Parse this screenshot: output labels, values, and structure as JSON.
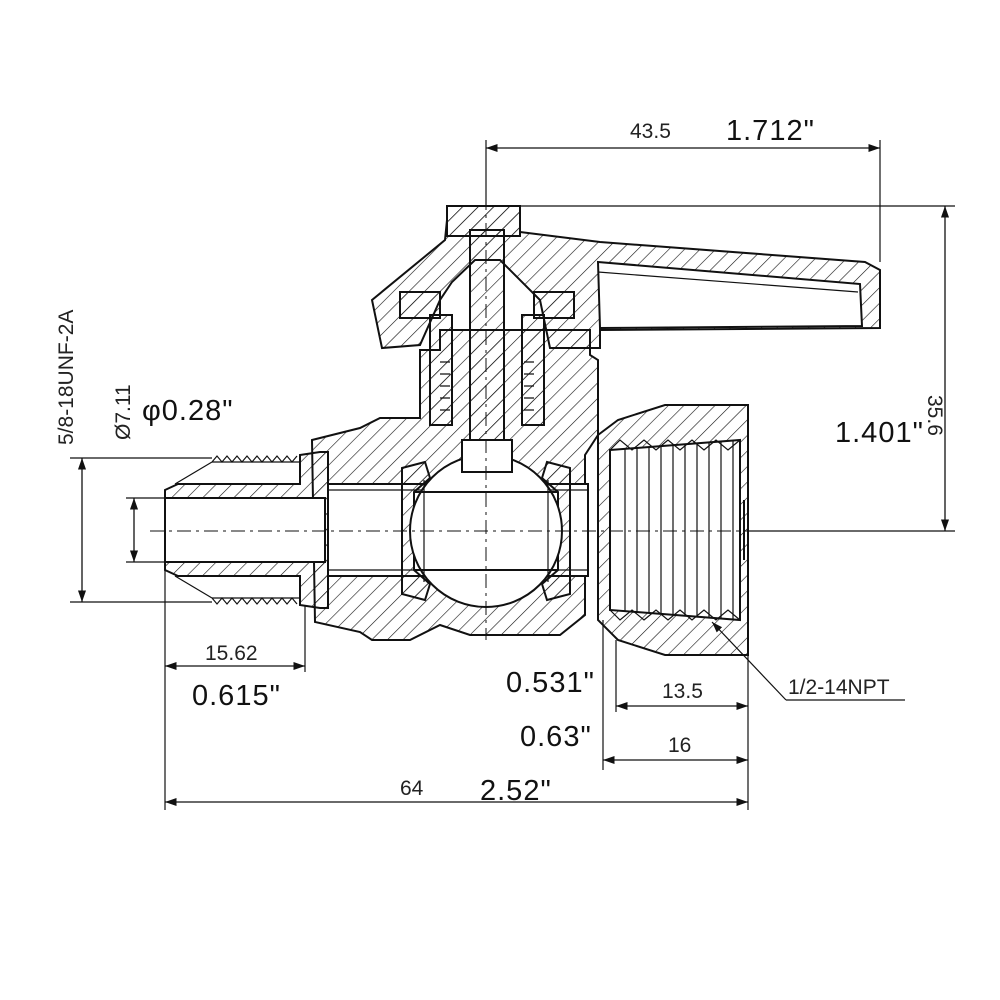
{
  "labels": {
    "width_mm": "43.5",
    "width_in": "1.712\"",
    "height_mm": "35.6",
    "height_in": "1.401\"",
    "thread_left": "5/8-18UNF-2A",
    "bore_mm": "Ø7.11",
    "bore_in": "φ0.28\"",
    "tail_mm": "15.62",
    "tail_in": "0.615\"",
    "port_depth_in": "0.531\"",
    "port_depth_mm": "13.5",
    "hex_in": "0.63\"",
    "hex_mm": "16",
    "overall_mm": "64",
    "overall_in": "2.52\"",
    "thread_right": "1/2-14NPT"
  }
}
